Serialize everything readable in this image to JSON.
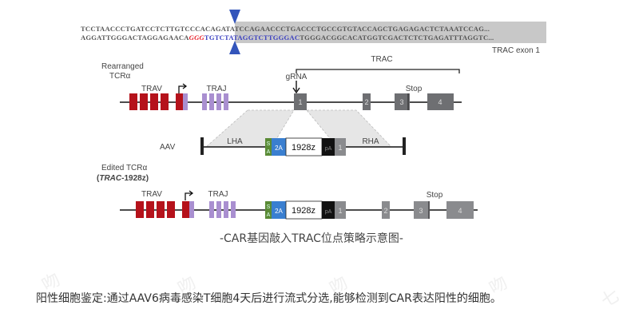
{
  "sequence": {
    "top_strand": {
      "left": "TCCTAACCCTGATCCTCTTGTCCCACAG",
      "right": "ATATCCAGAACCCTGACCCTGCCGTGTACCAGCTGAGAGACTCTAAATCCAG..."
    },
    "bottom_strand": {
      "left": "AGGATTGGGACTAGGAGAACA",
      "pam": "GGG",
      "grna": "TGTCTATAGGTCTTGGGAC",
      "right": "TGGGACGGCACATGGTCGACTCTCTGAGATTTAGGTC..."
    },
    "exon_label": "TRAC exon 1",
    "colors": {
      "pam": "#e8202a",
      "grna": "#3a3fc0",
      "cut_marker": "#3355bb",
      "exon_shade": "#c8c8c8"
    }
  },
  "rearranged": {
    "title_line1": "Rearranged",
    "title_line2": "TCRα",
    "trav": "TRAV",
    "traj": "TRAJ",
    "trac": "TRAC",
    "grna": "gRNA",
    "stop": "Stop",
    "exons": [
      "1",
      "2",
      "3",
      "4"
    ]
  },
  "aav": {
    "label": "AAV",
    "lha": "LHA",
    "rha": "RHA",
    "sa_top": "S",
    "sa_bottom": "A",
    "p2a": "2A",
    "car": "1928z",
    "pa": "pA",
    "exon": "1"
  },
  "edited": {
    "title_line1": "Edited TCRα",
    "title_open": "(",
    "title_italic": "TRAC",
    "title_rest": "-1928z)",
    "trav": "TRAV",
    "traj": "TRAJ",
    "stop": "Stop",
    "sa_top": "S",
    "sa_bottom": "A",
    "p2a": "2A",
    "car": "1928z",
    "pa": "pA",
    "exons": [
      "1",
      "2",
      "3",
      "4"
    ]
  },
  "colors": {
    "trav": "#b5121b",
    "traj": "#a98fd0",
    "exon": "#6e6f72",
    "sa": "#5a8a35",
    "p2a": "#3a7fd0",
    "pa": "#111111"
  },
  "caption": "-CAR基因敲入TRAC位点策略示意图-",
  "description": "阳性细胞鉴定:通过AAV6病毒感染T细胞4天后进行流式分选,能够检测到CAR表达阳性的细胞。",
  "watermarks": [
    "吻",
    "吻",
    "吻",
    "吻",
    "七"
  ]
}
